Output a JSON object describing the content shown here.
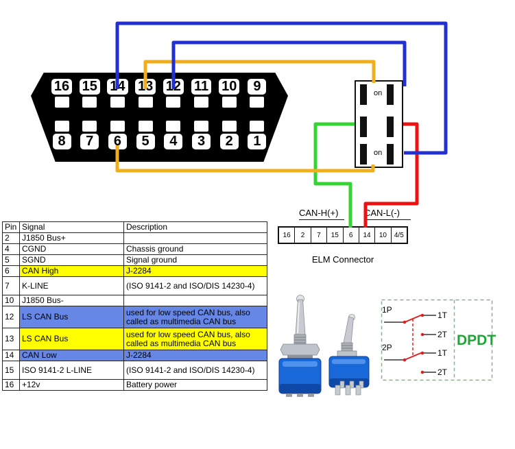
{
  "colors": {
    "wire_blue": "#2230d2",
    "wire_yellow": "#f0ae1c",
    "wire_green": "#35d435",
    "wire_red": "#ee1111",
    "hl_yellow": "#ffff00",
    "hl_blue": "#6687e5",
    "dpdt_green": "#1fa637",
    "connector_black": "#000000"
  },
  "obd_connector": {
    "top_row": [
      "16",
      "15",
      "14",
      "13",
      "12",
      "11",
      "10",
      "9"
    ],
    "bottom_row": [
      "8",
      "7",
      "6",
      "5",
      "4",
      "3",
      "2",
      "1"
    ]
  },
  "dip_switch": {
    "on_top": "on",
    "on_bottom": "on"
  },
  "elm_connector": {
    "can_h_label": "CAN-H(+)",
    "can_l_label": "CAN-L(-)",
    "pins": [
      "16",
      "2",
      "7",
      "15",
      "6",
      "14",
      "10",
      "4/5"
    ],
    "caption": "ELM Connector"
  },
  "pin_table": {
    "headers": {
      "pin": "Pin",
      "signal": "Signal",
      "desc": "Description"
    },
    "rows": [
      {
        "pin": "2",
        "signal": "J1850 Bus+",
        "desc": "",
        "highlight": "none"
      },
      {
        "pin": "4",
        "signal": "CGND",
        "desc": "Chassis ground",
        "highlight": "none"
      },
      {
        "pin": "5",
        "signal": "SGND",
        "desc": "Signal ground",
        "highlight": "none"
      },
      {
        "pin": "6",
        "signal": "CAN High",
        "desc": "J-2284",
        "highlight": "yellow"
      },
      {
        "pin": "7",
        "signal": "K-LINE",
        "desc": "(ISO 9141-2 and ISO/DIS 14230-4)",
        "highlight": "none"
      },
      {
        "pin": "10",
        "signal": "J1850 Bus-",
        "desc": "",
        "highlight": "none"
      },
      {
        "pin": "12",
        "signal": "LS CAN Bus",
        "desc": "used for low speed CAN bus, also called as multimedia CAN bus",
        "highlight": "blue"
      },
      {
        "pin": "13",
        "signal": "LS CAN Bus",
        "desc": "used for low speed CAN bus, also called as multimedia CAN bus",
        "highlight": "yellow"
      },
      {
        "pin": "14",
        "signal": "CAN Low",
        "desc": "J-2284",
        "highlight": "blue"
      },
      {
        "pin": "15",
        "signal": "ISO 9141-2 L-LINE",
        "desc": "(ISO 9141-2 and ISO/DIS 14230-4)",
        "highlight": "none"
      },
      {
        "pin": "16",
        "signal": "+12v",
        "desc": "Battery power",
        "highlight": "none"
      }
    ]
  },
  "dpdt_schematic": {
    "label": "DPDT",
    "pole1": "1P",
    "pole2": "2P",
    "pole1_throw1": "1T",
    "pole1_throw2": "2T",
    "pole2_throw1": "1T",
    "pole2_throw2": "2T"
  }
}
